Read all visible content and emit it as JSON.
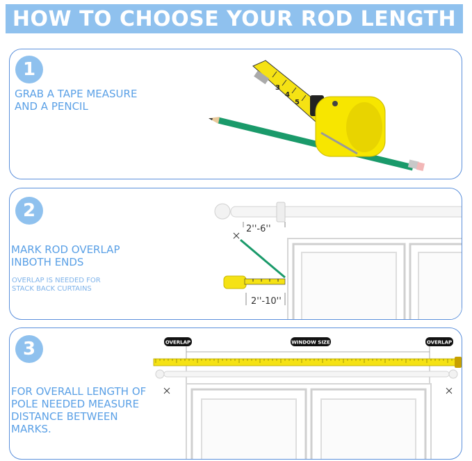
{
  "title": "HOW TO CHOOSE YOUR ROD LENGTH",
  "steps": [
    {
      "number": "1",
      "text": "GRAB A TAPE MEASURE\nAND A PENCIL"
    },
    {
      "number": "2",
      "text": "MARK ROD OVERLAP\nINBOTH ENDS",
      "note": "OVERLAP IS NEEDED FOR\nSTACK BACK CURTAINS",
      "overlap_top": "2''-6''",
      "overlap_bottom": "2''-10''"
    },
    {
      "number": "3",
      "text": "FOR OVERALL LENGTH OF\nPOLE NEEDED MEASURE\nDISTANCE BETWEEN\nMARKS.",
      "label_left": "OVERLAP",
      "label_center": "WINDOW SIZE",
      "label_right": "OVERLAP"
    }
  ],
  "tape_digits": [
    "3",
    "4",
    "5"
  ],
  "colors": {
    "accent": "#8fc1ee",
    "border": "#5a8fdb",
    "text": "#5aa0e6",
    "tape": "#f5e214",
    "pencil": "#1a9a6a"
  }
}
